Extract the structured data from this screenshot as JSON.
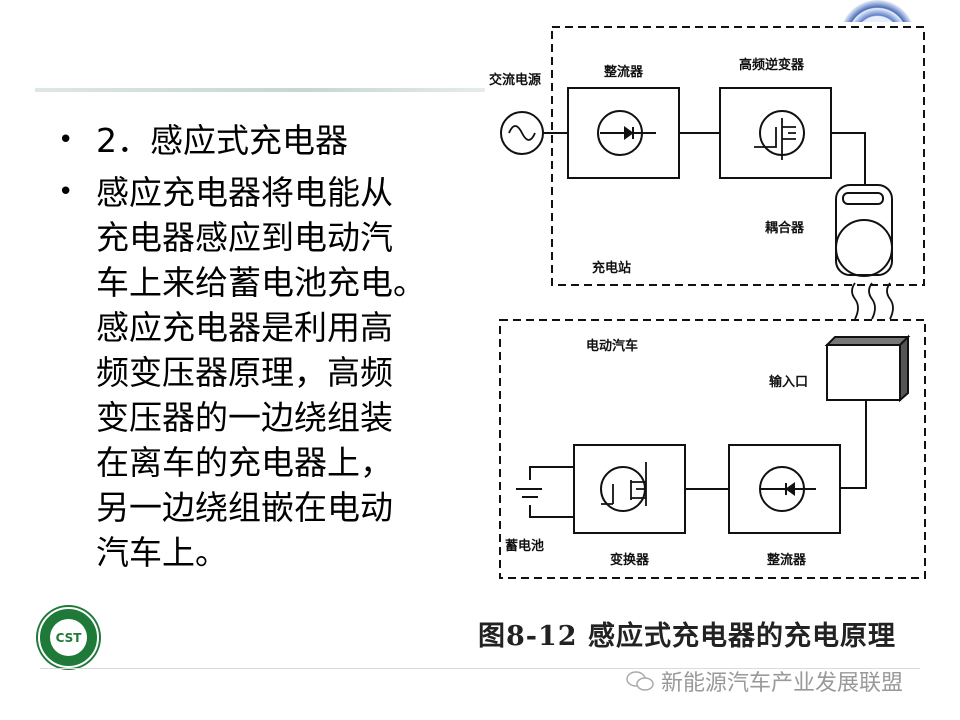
{
  "slide": {
    "bullets": [
      {
        "lines": [
          "2．感应式充电器"
        ]
      },
      {
        "lines": [
          "感应充电器将电能从",
          "充电器感应到电动汽",
          "车上来给蓄电池充电。",
          "感应充电器是利用高",
          "频变压器原理，高频",
          "变压器的一边绕组装",
          "在离车的充电器上，",
          "另一边绕组嵌在电动",
          "汽车上。"
        ]
      }
    ],
    "bullet_glyph": "•"
  },
  "diagram": {
    "ac_source": "交流电源",
    "rectifier_top": "整流器",
    "inverter": "高频逆变器",
    "coupler": "耦合器",
    "station": "充电站",
    "vehicle": "电动汽车",
    "input_port": "输入口",
    "battery": "蓄电池",
    "converter": "变换器",
    "rectifier_bottom": "整流器"
  },
  "caption": "图8-12 感应式充电器的充电原理",
  "logo_text": "CST",
  "watermark": {
    "icon": "wechat-icon",
    "text": "新能源汽车产业发展联盟"
  }
}
